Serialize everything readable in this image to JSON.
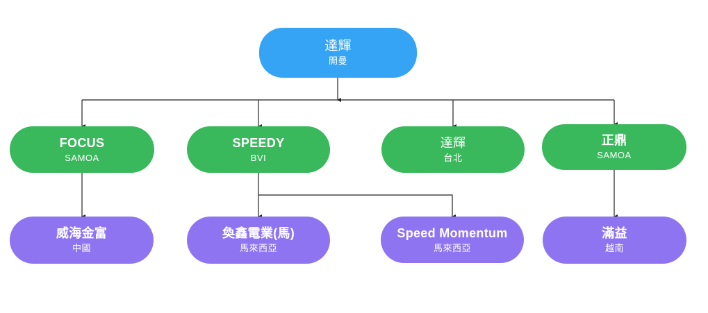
{
  "colors": {
    "root": "#35a4f4",
    "level1": "#3ab85c",
    "level2": "#8f74f2",
    "line": "#222222"
  },
  "root": {
    "title": "達輝",
    "sub": "開曼"
  },
  "level1": [
    {
      "title": "FOCUS",
      "sub": "SAMOA"
    },
    {
      "title": "SPEEDY",
      "sub": "BVI"
    },
    {
      "title": "達輝",
      "sub": "台北"
    },
    {
      "title": "正鼎",
      "sub": "SAMOA"
    }
  ],
  "level2": [
    {
      "title": "威海金富",
      "sub": "中國"
    },
    {
      "title": "奐鑫電業(馬)",
      "sub": "馬來西亞"
    },
    {
      "title": "Speed Momentum",
      "sub": "馬來西亞"
    },
    {
      "title": "滿益",
      "sub": "越南"
    }
  ]
}
